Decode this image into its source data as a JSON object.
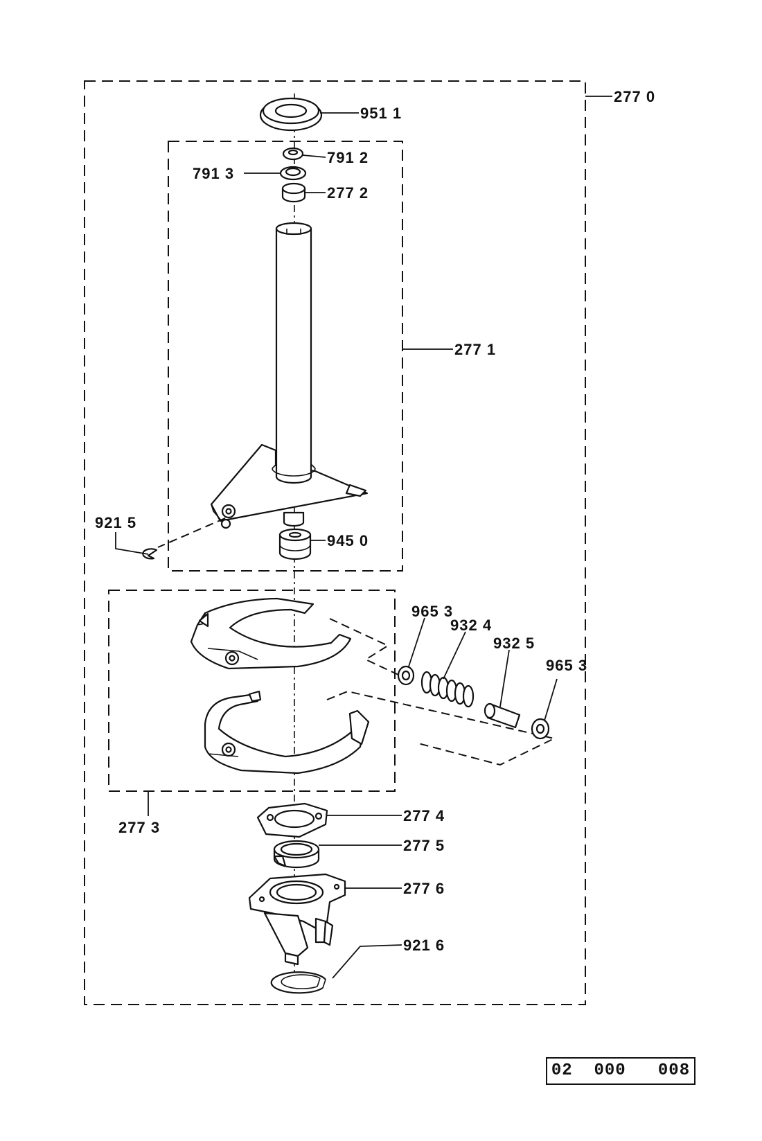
{
  "labels": {
    "p2770": "277 0",
    "p9511": "951 1",
    "p7912": "791 2",
    "p7913": "791 3",
    "p2772": "277 2",
    "p2771": "277 1",
    "p9215": "921 5",
    "p9450": "945 0",
    "p9653a": "965 3",
    "p9324": "932 4",
    "p9325": "932 5",
    "p9653b": "965 3",
    "p2773": "277 3",
    "p2774": "277 4",
    "p2775": "277 5",
    "p2776": "277 6",
    "p9216": "921 6"
  },
  "drawing_number": "02  000   008"
}
